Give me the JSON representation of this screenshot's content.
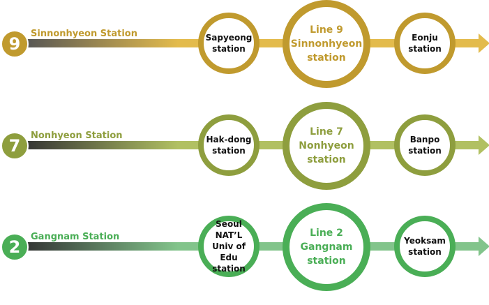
{
  "colors": {
    "line9": "#c09a2e",
    "line9_light": "#e3bb4c",
    "line7": "#8e9e3e",
    "line7_light": "#b1c062",
    "line2": "#4aae56",
    "line2_light": "#82c48b",
    "tail_dark": "#333333"
  },
  "lines": [
    {
      "badge": "9",
      "name": "Sinnonhyeon Station",
      "left_station": "Sapyeong\nstation",
      "center_station": "Line 9\nSinnonhyeon\nstation",
      "right_station": "Eonju\nstation"
    },
    {
      "badge": "7",
      "name": "Nonhyeon Station",
      "left_station": "Hak-dong\nstation",
      "center_station": "Line 7\nNonhyeon\nstation",
      "right_station": "Banpo\nstation"
    },
    {
      "badge": "2",
      "name": "Gangnam Station",
      "left_station": "Seoul NAT’L\nUniv of Edu\nstation",
      "center_station": "Line 2\nGangnam\nstation",
      "right_station": "Yeoksam\nstation"
    }
  ]
}
